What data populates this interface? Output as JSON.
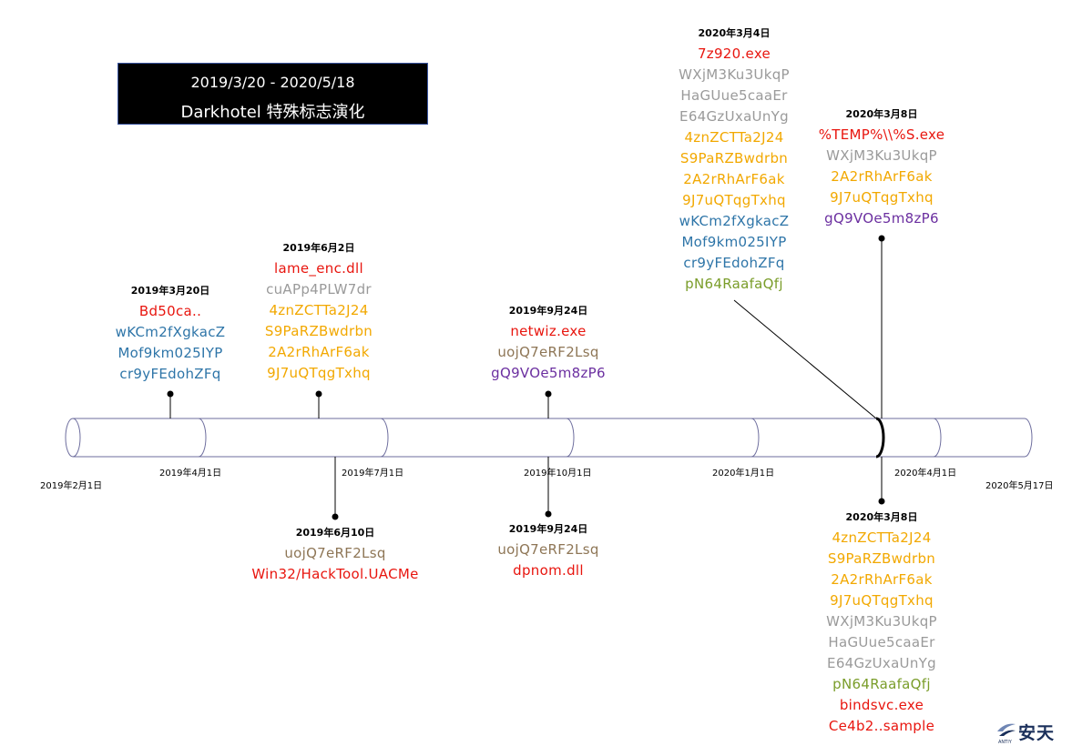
{
  "title": {
    "line1": "2019/3/20 - 2020/5/18",
    "line2": "Darkhotel 特殊标志演化"
  },
  "colors": {
    "red": "#e8150e",
    "gray": "#9a9a9a",
    "orange": "#f2a800",
    "blue": "#2e75a8",
    "olive": "#7a9d2a",
    "tan": "#8e7656",
    "purple": "#6b2fa0"
  },
  "axis_labels": [
    "2019年2月1日",
    "2019年4月1日",
    "2019年7月1日",
    "2019年10月1日",
    "2020年1月1日",
    "2020年4月1日",
    "2020年5月17日"
  ],
  "events": [
    {
      "date": "2019年3月20日",
      "items": [
        {
          "text": "Bd50ca..",
          "color": "red"
        },
        {
          "text": "wKCm2fXgkacZ",
          "color": "blue"
        },
        {
          "text": "Mof9km025IYP",
          "color": "blue"
        },
        {
          "text": "cr9yFEdohZFq",
          "color": "blue"
        }
      ]
    },
    {
      "date": "2019年6月2日",
      "items": [
        {
          "text": "lame_enc.dll",
          "color": "red"
        },
        {
          "text": "cuAPp4PLW7dr",
          "color": "gray"
        },
        {
          "text": "4znZCTTa2J24",
          "color": "orange"
        },
        {
          "text": "S9PaRZBwdrbn",
          "color": "orange"
        },
        {
          "text": "2A2rRhArF6ak",
          "color": "orange"
        },
        {
          "text": "9J7uQTqgTxhq",
          "color": "orange"
        }
      ]
    },
    {
      "date": "2019年6月10日",
      "items": [
        {
          "text": "uojQ7eRF2Lsq",
          "color": "tan"
        },
        {
          "text": "Win32/HackTool.UACMe",
          "color": "red"
        }
      ]
    },
    {
      "date": "2019年9月24日",
      "items": [
        {
          "text": "netwiz.exe",
          "color": "red"
        },
        {
          "text": "uojQ7eRF2Lsq",
          "color": "tan"
        },
        {
          "text": "gQ9VOe5m8zP6",
          "color": "purple"
        }
      ]
    },
    {
      "date": "2019年9月24日",
      "items": [
        {
          "text": "uojQ7eRF2Lsq",
          "color": "tan"
        },
        {
          "text": "dpnom.dll",
          "color": "red"
        }
      ]
    },
    {
      "date": "2020年3月4日",
      "items": [
        {
          "text": "7z920.exe",
          "color": "red"
        },
        {
          "text": "WXjM3Ku3UkqP",
          "color": "gray"
        },
        {
          "text": "HaGUue5caaEr",
          "color": "gray"
        },
        {
          "text": "E64GzUxaUnYg",
          "color": "gray"
        },
        {
          "text": "4znZCTTa2J24",
          "color": "orange"
        },
        {
          "text": "S9PaRZBwdrbn",
          "color": "orange"
        },
        {
          "text": "2A2rRhArF6ak",
          "color": "orange"
        },
        {
          "text": "9J7uQTqgTxhq",
          "color": "orange"
        },
        {
          "text": "wKCm2fXgkacZ",
          "color": "blue"
        },
        {
          "text": "Mof9km025IYP",
          "color": "blue"
        },
        {
          "text": "cr9yFEdohZFq",
          "color": "blue"
        },
        {
          "text": "pN64RaafaQfj",
          "color": "olive"
        }
      ]
    },
    {
      "date": "2020年3月8日",
      "items": [
        {
          "text": "%TEMP%\\\\%S.exe",
          "color": "red"
        },
        {
          "text": "WXjM3Ku3UkqP",
          "color": "gray"
        },
        {
          "text": "2A2rRhArF6ak",
          "color": "orange"
        },
        {
          "text": "9J7uQTqgTxhq",
          "color": "orange"
        },
        {
          "text": "gQ9VOe5m8zP6",
          "color": "purple"
        }
      ]
    },
    {
      "date": "2020年3月8日",
      "items": [
        {
          "text": "4znZCTTa2J24",
          "color": "orange"
        },
        {
          "text": "S9PaRZBwdrbn",
          "color": "orange"
        },
        {
          "text": "2A2rRhArF6ak",
          "color": "orange"
        },
        {
          "text": "9J7uQTqgTxhq",
          "color": "orange"
        },
        {
          "text": "WXjM3Ku3UkqP",
          "color": "gray"
        },
        {
          "text": "HaGUue5caaEr",
          "color": "gray"
        },
        {
          "text": "E64GzUxaUnYg",
          "color": "gray"
        },
        {
          "text": "pN64RaafaQfj",
          "color": "olive"
        },
        {
          "text": "bindsvc.exe",
          "color": "red"
        },
        {
          "text": "Ce4b2..sample",
          "color": "red"
        }
      ]
    }
  ],
  "logo": {
    "text": "安天",
    "small_text": "ANTIY"
  }
}
